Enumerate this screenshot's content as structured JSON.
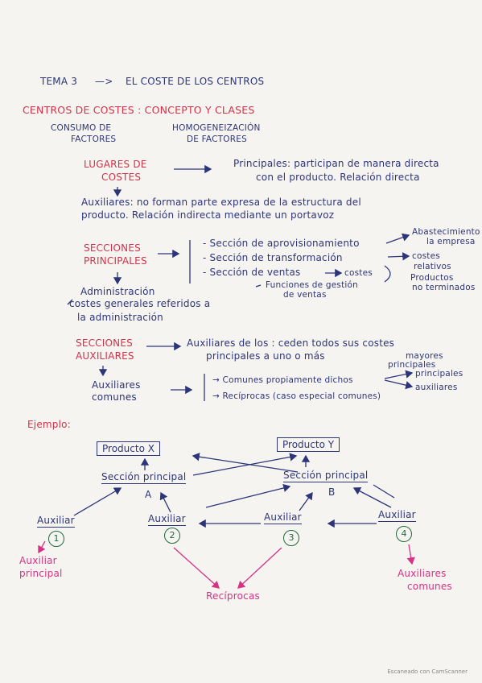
{
  "title": {
    "tema": "TEMA 3",
    "arrow": "—>",
    "text": "EL COSTE DE LOS CENTROS"
  },
  "heading": "CENTROS DE COSTES : CONCEPTO Y CLASES",
  "subheads": {
    "left": [
      "CONSUMO DE",
      "FACTORES"
    ],
    "right": [
      "HOMOGENEIZACIÓN",
      "DE FACTORES"
    ]
  },
  "lugares": {
    "label": [
      "LUGARES DE",
      "COSTES"
    ],
    "principales": [
      "Principales: participan de manera directa",
      "con el producto. Relación directa"
    ],
    "auxiliares": [
      "Auxiliares: no forman parte expresa de la estructura del",
      "producto. Relación indirecta mediante un portavoz"
    ]
  },
  "secciones_principales": {
    "label": [
      "SECCIONES",
      "PRINCIPALES"
    ],
    "items": [
      "- Sección de aprovisionamiento",
      "- Sección de transformación",
      "- Sección de ventas"
    ],
    "notes": {
      "abast": [
        "Abastecimiento de",
        "la empresa"
      ],
      "costes": "costes",
      "costes_rel": [
        "costes",
        "relativos"
      ],
      "productos": [
        "Productos",
        "no terminados"
      ],
      "funciones": [
        "Funciones de gestión",
        "de ventas"
      ]
    },
    "admin": [
      "Administración",
      "costes generales referidos a",
      "la administración"
    ]
  },
  "secciones_auxiliares": {
    "label": [
      "SECCIONES",
      "AUXILIARES"
    ],
    "text": [
      "Auxiliares de los : ceden todos sus costes",
      "principales     a uno o más",
      "principales"
    ],
    "mayores": "mayores",
    "comunes_label": [
      "Auxiliares",
      "comunes"
    ],
    "comunes_items": [
      "→ Comunes propiamente dichos",
      "→ Recíprocas (caso especial comunes)"
    ],
    "right_items": [
      "principales",
      "auxiliares"
    ]
  },
  "ejemplo": {
    "label": "Ejemplo:",
    "producto_x": "Producto X",
    "producto_y": "Producto Y",
    "seccion_a": [
      "Sección principal",
      "A"
    ],
    "seccion_b": [
      "Sección principal",
      "B"
    ],
    "aux": "Auxiliar",
    "nums": [
      "1",
      "2",
      "3",
      "4"
    ],
    "aux_principal": [
      "Auxiliar",
      "principal"
    ],
    "reciprocas": "Recíprocas",
    "aux_comunes": [
      "Auxiliares",
      "comunes"
    ]
  },
  "footer": "Escaneado con CamScanner",
  "colors": {
    "ink_blue": "#2d3579",
    "ink_red": "#d2324a",
    "ink_pink": "#d63384",
    "ink_green": "#1f6b3a"
  }
}
